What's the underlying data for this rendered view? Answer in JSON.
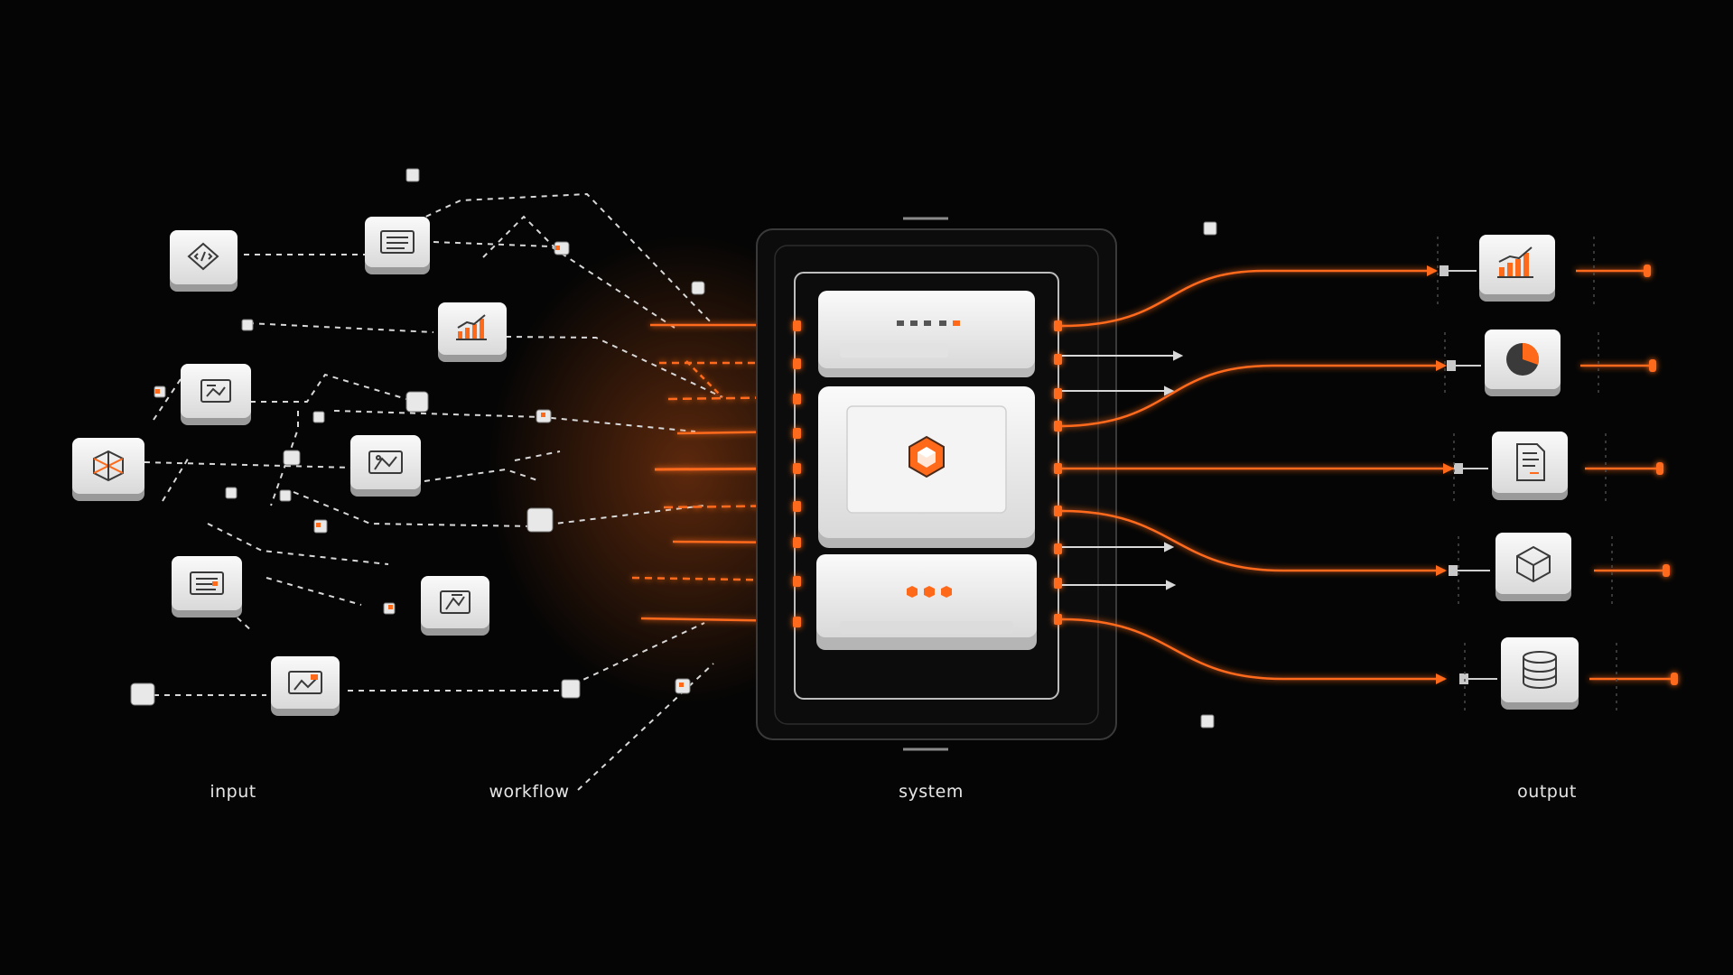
{
  "labels": {
    "input": "input",
    "workflow": "workflow",
    "system": "system",
    "output": "output"
  },
  "colors": {
    "background": "#050505",
    "accent": "#ff6a1a",
    "tile": "#ededed",
    "tile_shadow": "#9a9a9a",
    "line_white": "#d8d8d8",
    "icon_stroke": "#3a3a3a"
  },
  "nodes": {
    "input": [
      "code-icon",
      "document-icon",
      "image-edit-icon",
      "network-cube-icon",
      "text-lines-icon",
      "image-icon"
    ],
    "workflow": [
      "chart-icon",
      "flow-image-icon",
      "image-edit-icon"
    ],
    "output": [
      "bar-chart-icon",
      "pie-chart-icon",
      "report-document-icon",
      "cube-icon",
      "database-icon"
    ]
  }
}
